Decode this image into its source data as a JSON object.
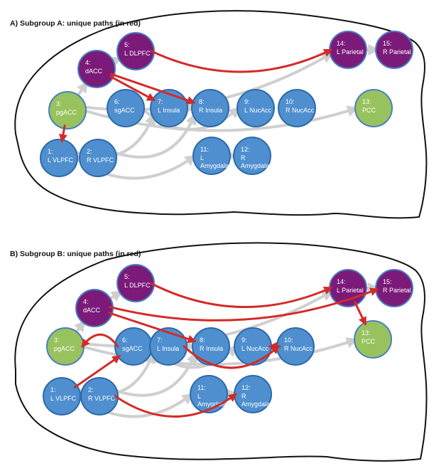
{
  "panels": [
    {
      "title": "A) Subgroup A: unique paths (in red)",
      "nodes": [
        {
          "id": "1",
          "name": "L VLPFC",
          "group": "prefrontal"
        },
        {
          "id": "2",
          "name": "R VLPFC",
          "group": "prefrontal"
        },
        {
          "id": "3",
          "name": "pgACC",
          "group": "default"
        },
        {
          "id": "4",
          "name": "dACC",
          "group": "control"
        },
        {
          "id": "5",
          "name": "L DLPFC",
          "group": "control"
        },
        {
          "id": "6",
          "name": "sgACC",
          "group": "prefrontal"
        },
        {
          "id": "7",
          "name": "L Insula",
          "group": "prefrontal"
        },
        {
          "id": "8",
          "name": "R Insula",
          "group": "prefrontal"
        },
        {
          "id": "9",
          "name": "L NucAcc",
          "group": "prefrontal"
        },
        {
          "id": "10",
          "name": "R NucAcc",
          "group": "prefrontal"
        },
        {
          "id": "11",
          "name": "L Amygdala",
          "group": "prefrontal"
        },
        {
          "id": "12",
          "name": "R Amygdala",
          "group": "prefrontal"
        },
        {
          "id": "13",
          "name": "PCC",
          "group": "default"
        },
        {
          "id": "14",
          "name": "L Parietal",
          "group": "control"
        },
        {
          "id": "15",
          "name": "R Parietal",
          "group": "control"
        }
      ],
      "shared_paths": [
        {
          "from": "1",
          "to": "2"
        },
        {
          "from": "11",
          "to": "12"
        },
        {
          "from": "7",
          "to": "8"
        },
        {
          "from": "14",
          "to": "15"
        },
        {
          "from": "3",
          "to": "4"
        },
        {
          "from": "4",
          "to": "5"
        },
        {
          "from": "3",
          "to": "14"
        },
        {
          "from": "3",
          "to": "13"
        },
        {
          "from": "1",
          "to": "7"
        },
        {
          "from": "6",
          "to": "9"
        },
        {
          "from": "1",
          "to": "11"
        },
        {
          "from": "2",
          "to": "8"
        }
      ],
      "unique_paths": [
        {
          "from": "5",
          "to": "14"
        },
        {
          "from": "4",
          "to": "7"
        },
        {
          "from": "4",
          "to": "8"
        },
        {
          "from": "3",
          "to": "1"
        }
      ]
    },
    {
      "title": "B) Subgroup B: unique paths (in red)",
      "nodes": [
        {
          "id": "1",
          "name": "L VLPFC",
          "group": "prefrontal"
        },
        {
          "id": "2",
          "name": "R VLPFC",
          "group": "prefrontal"
        },
        {
          "id": "3",
          "name": "pgACC",
          "group": "default"
        },
        {
          "id": "4",
          "name": "dACC",
          "group": "control"
        },
        {
          "id": "5",
          "name": "L DLPFC",
          "group": "control"
        },
        {
          "id": "6",
          "name": "sgACC",
          "group": "prefrontal"
        },
        {
          "id": "7",
          "name": "L Insula",
          "group": "prefrontal"
        },
        {
          "id": "8",
          "name": "R Insula",
          "group": "prefrontal"
        },
        {
          "id": "9",
          "name": "L NucAcc",
          "group": "prefrontal"
        },
        {
          "id": "10",
          "name": "R NucAcc",
          "group": "prefrontal"
        },
        {
          "id": "11",
          "name": "L Amygdala",
          "group": "prefrontal"
        },
        {
          "id": "12",
          "name": "R Amygdala",
          "group": "prefrontal"
        },
        {
          "id": "13",
          "name": "PCC",
          "group": "default"
        },
        {
          "id": "14",
          "name": "L Parietal",
          "group": "control"
        },
        {
          "id": "15",
          "name": "R Parietal",
          "group": "control"
        }
      ],
      "shared_paths": [
        {
          "from": "1",
          "to": "2"
        },
        {
          "from": "11",
          "to": "12"
        },
        {
          "from": "7",
          "to": "8"
        },
        {
          "from": "14",
          "to": "15"
        },
        {
          "from": "3",
          "to": "4"
        },
        {
          "from": "4",
          "to": "5"
        },
        {
          "from": "3",
          "to": "14"
        },
        {
          "from": "3",
          "to": "13"
        },
        {
          "from": "1",
          "to": "7"
        },
        {
          "from": "6",
          "to": "9"
        },
        {
          "from": "1",
          "to": "11"
        },
        {
          "from": "2",
          "to": "8"
        }
      ],
      "unique_paths": [
        {
          "from": "5",
          "to": "14"
        },
        {
          "from": "4",
          "to": "8"
        },
        {
          "from": "6",
          "to": "3"
        },
        {
          "from": "1",
          "to": "6"
        },
        {
          "from": "10",
          "to": "9"
        },
        {
          "from": "14",
          "to": "13"
        },
        {
          "from": "4",
          "to": "15"
        },
        {
          "from": "7",
          "to": "10"
        },
        {
          "from": "2",
          "to": "12"
        }
      ]
    }
  ],
  "colors": {
    "prefrontal_fill": "#4f8fcf",
    "prefrontal_stroke": "#2d6aa8",
    "control_fill": "#7b1a78",
    "control_stroke": "#4a7fc0",
    "default_fill": "#98c25e",
    "default_stroke": "#4a7fc0",
    "shared_path": "#cfcfcf",
    "unique_path": "#d42a27",
    "brain_outline": "#111111"
  }
}
